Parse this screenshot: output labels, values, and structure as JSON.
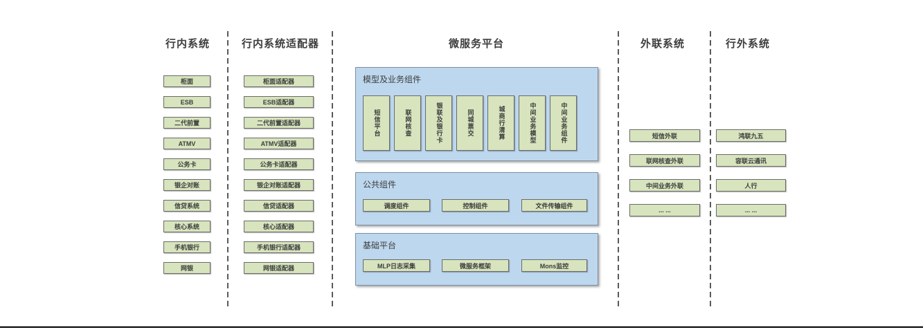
{
  "colors": {
    "green_fill": "#d7e4bd",
    "green_border": "#6a6a6a",
    "blue_fill": "#bdd7ee",
    "blue_border": "#7e8fa3",
    "text": "#3d3d3d",
    "separator": "#595959",
    "bottom_rule": "#000000"
  },
  "columns": {
    "internal": {
      "title": "行内系统",
      "items": [
        "柜面",
        "ESB",
        "二代前置",
        "ATMV",
        "公务卡",
        "银企对账",
        "信贷系统",
        "核心系统",
        "手机银行",
        "网银"
      ]
    },
    "adapters": {
      "title": "行内系统适配器",
      "items": [
        "柜面适配器",
        "ESB适配器",
        "二代前置适配器",
        "ATMV适配器",
        "公务卡适配器",
        "银企对账适配器",
        "信贷适配器",
        "核心适配器",
        "手机银行适配器",
        "网银适配器"
      ]
    },
    "platform": {
      "title": "微服务平台",
      "groups": [
        {
          "label": "模型及业务组件",
          "items": [
            "短信平台",
            "联网核查",
            "银联及银行卡",
            "同城票交",
            "城商行清算",
            "中间业务模型",
            "中间业务组件"
          ]
        },
        {
          "label": "公共组件",
          "items": [
            "调度组件",
            "控制组件",
            "文件传输组件"
          ]
        },
        {
          "label": "基础平台",
          "items": [
            "MLP日志采集",
            "微服务框架",
            "Mons监控"
          ]
        }
      ]
    },
    "outreach": {
      "title": "外联系统",
      "items": [
        "短信外联",
        "联网核查外联",
        "中间业务外联",
        "... ..."
      ]
    },
    "external": {
      "title": "行外系统",
      "items": [
        "鸿联九五",
        "容联云通讯",
        "人行",
        "... ..."
      ]
    }
  }
}
